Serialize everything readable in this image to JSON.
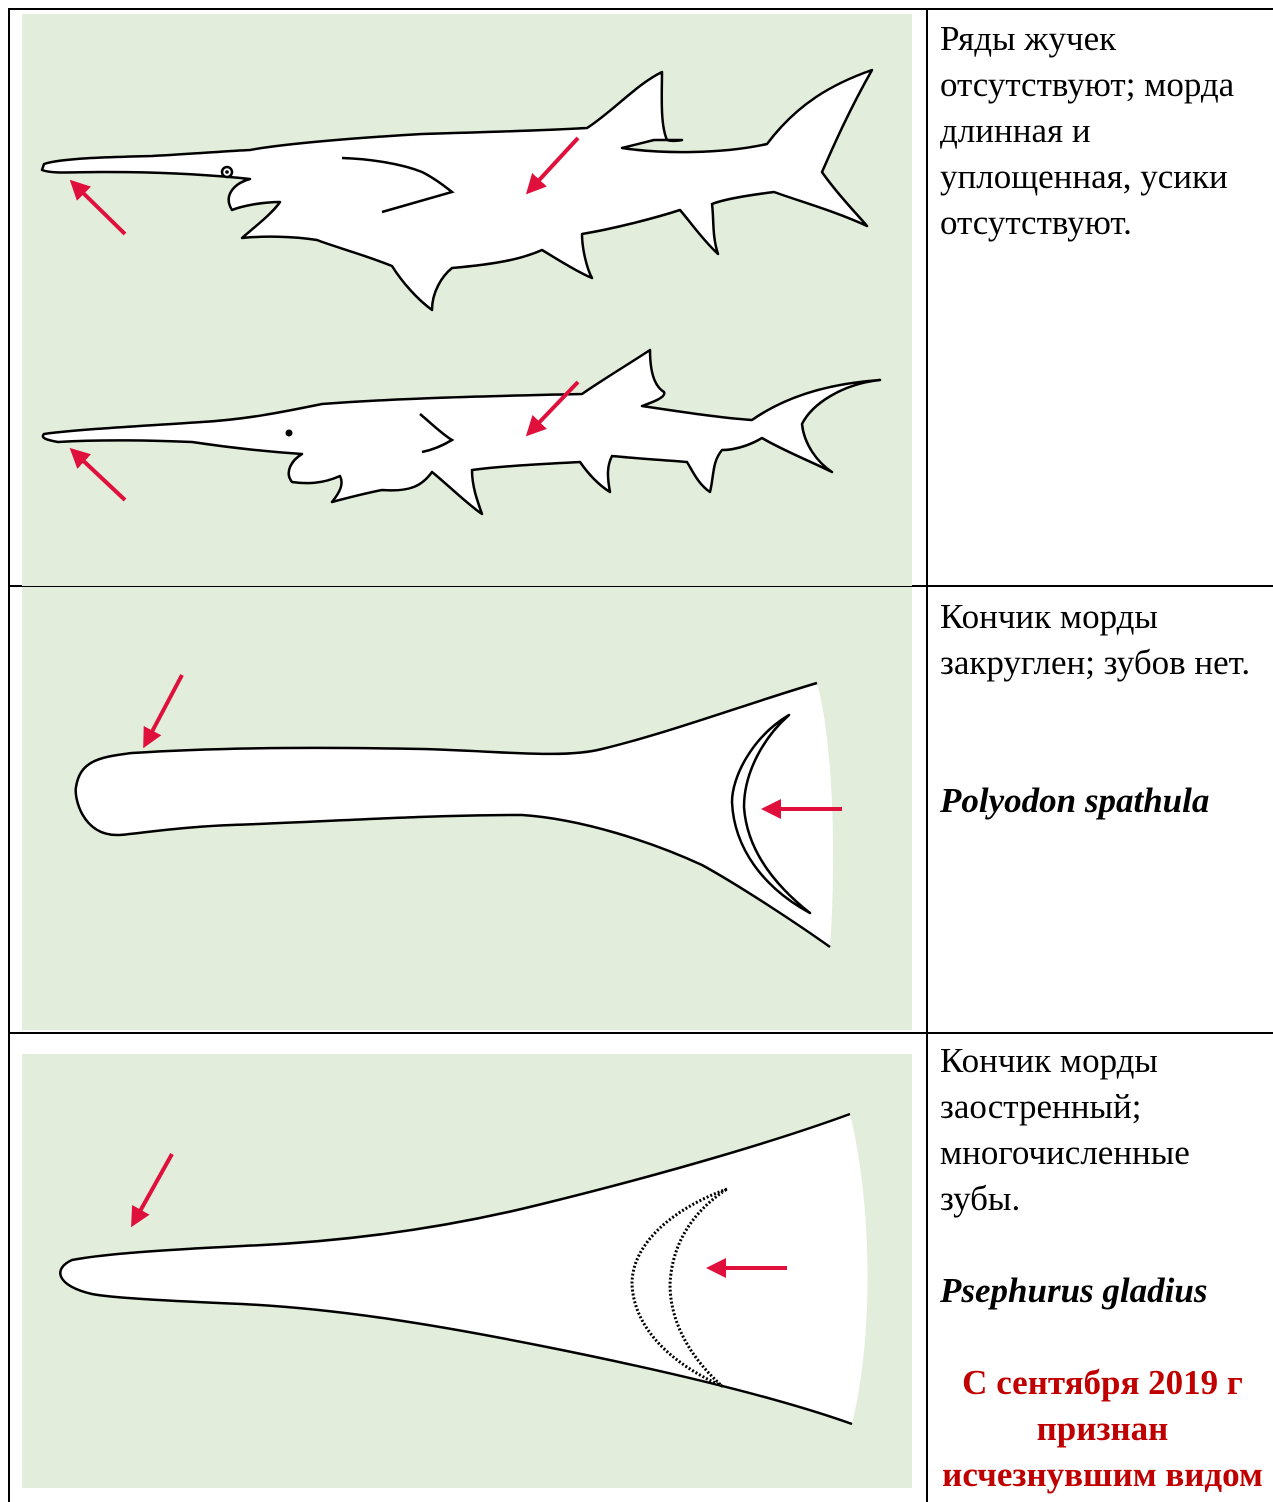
{
  "rows": [
    {
      "text": "Ряды жучек отсутствуют; морда длинная и уплощенная, усики отсутствуют."
    },
    {
      "text": "Кончик морды закруглен; зубов нет.",
      "species": "Polyodon spathula"
    },
    {
      "text": "Кончик морды заостренный; многочисленные зубы.",
      "species": "Psephurus gladius",
      "note": "С сентября 2019 г признан исчезнувшим видом"
    }
  ],
  "colors": {
    "figure_background": "#e2eedb",
    "arrow": "#e0103c",
    "note_text": "#c00000"
  }
}
